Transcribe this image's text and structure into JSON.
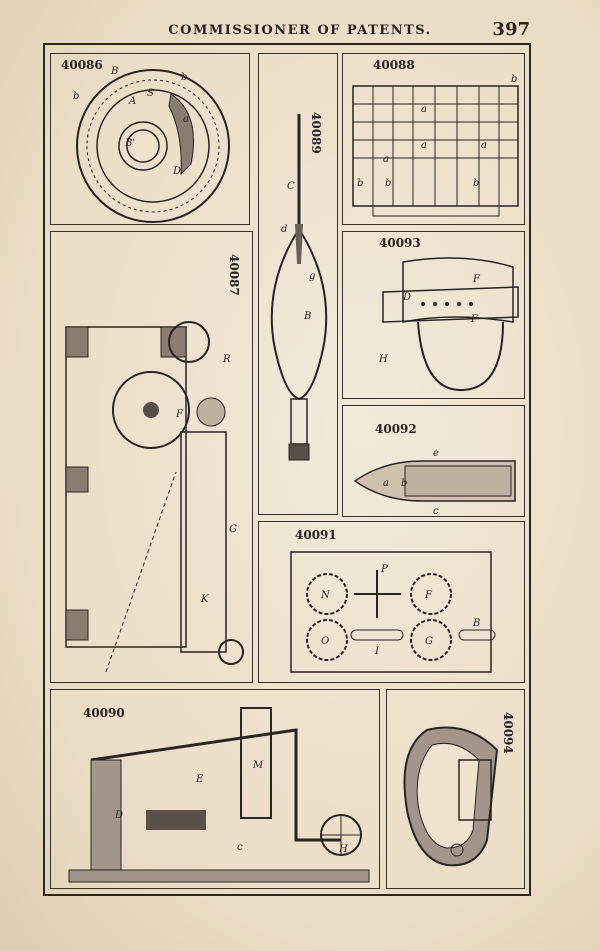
{
  "header": {
    "title": "COMMISSIONER OF PATENTS.",
    "page_number": "397"
  },
  "figures": [
    {
      "id": "fig-40086",
      "number": "40086",
      "labels": [
        "B",
        "b",
        "b",
        "A",
        "S",
        "a",
        "B'",
        "D"
      ]
    },
    {
      "id": "fig-40089",
      "number": "40089",
      "labels": [
        "C",
        "d",
        "g",
        "B"
      ]
    },
    {
      "id": "fig-40088",
      "number": "40088",
      "labels": [
        "b",
        "a",
        "a",
        "a",
        "a",
        "b",
        "b",
        "b"
      ]
    },
    {
      "id": "fig-40087",
      "number": "40087",
      "labels": [
        "R",
        "F",
        "G",
        "K"
      ]
    },
    {
      "id": "fig-40093",
      "number": "40093",
      "labels": [
        "F",
        "D",
        "F",
        "H"
      ]
    },
    {
      "id": "fig-40092",
      "number": "40092",
      "labels": [
        "e",
        "a",
        "b",
        "c"
      ]
    },
    {
      "id": "fig-40091",
      "number": "40091",
      "labels": [
        "P",
        "N",
        "F",
        "O",
        "G",
        "B",
        "I"
      ]
    },
    {
      "id": "fig-40090",
      "number": "40090",
      "labels": [
        "E",
        "M",
        "D",
        "c",
        "H"
      ]
    },
    {
      "id": "fig-40094",
      "number": "40094",
      "labels": []
    }
  ]
}
